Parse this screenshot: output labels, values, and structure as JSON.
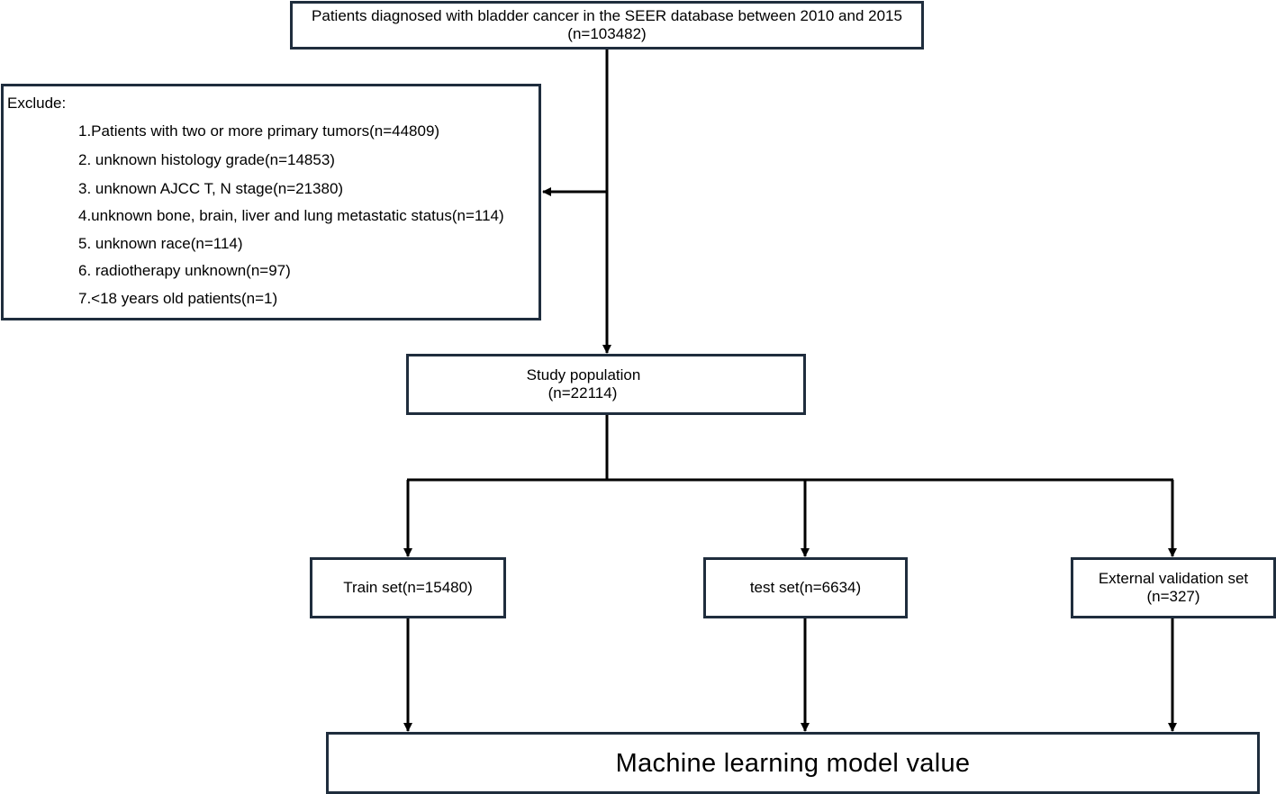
{
  "top": {
    "line1": "Patients diagnosed with bladder cancer in the SEER database between 2010 and 2015",
    "line2": "(n=103482)"
  },
  "exclude": {
    "header": "Exclude:",
    "criteria": [
      "1.Patients with two or more primary tumors(n=44809)",
      "2. unknown histology grade(n=14853)",
      "3. unknown AJCC T, N stage(n=21380)",
      "4.unknown bone, brain, liver and lung metastatic status(n=114)",
      "5. unknown race(n=114)",
      "6. radiotherapy unknown(n=97)",
      "7.<18 years old patients(n=1)"
    ]
  },
  "study": {
    "line1": "Study population",
    "line2": "(n=22114)"
  },
  "train": {
    "label": "Train set(n=15480)"
  },
  "test": {
    "label": "test set(n=6634)"
  },
  "external": {
    "line1": "External validation set",
    "line2": "(n=327)"
  },
  "model": {
    "label": "Machine learning model value"
  },
  "colors": {
    "box_border": "#1f2d3d",
    "arrow": "#000000"
  }
}
